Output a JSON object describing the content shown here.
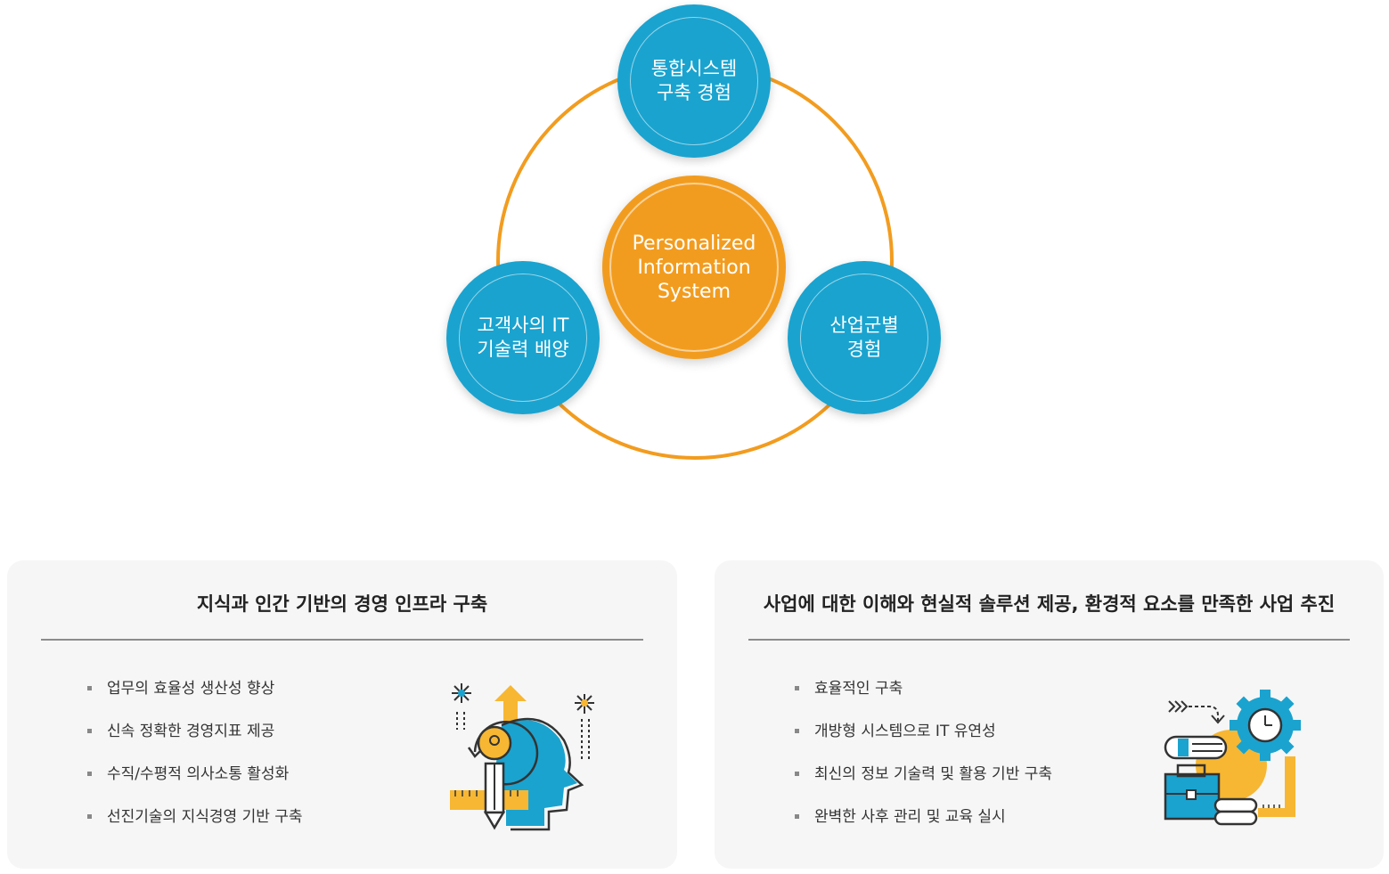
{
  "diagram": {
    "center": "Personalized\nInformation\nSystem",
    "top": "통합시스템\n구축 경험",
    "left": "고객사의 IT\n기술력 배양",
    "right": "산업군별\n경험",
    "colors": {
      "ring": "#f29c1f",
      "node": "#1aa3cf",
      "center": "#f29c1f"
    }
  },
  "cards": [
    {
      "title": "지식과 인간 기반의 경영 인프라 구축",
      "items": [
        "업무의 효율성 생산성 향상",
        "신속 정확한 경영지표 제공",
        "수직/수평적 의사소통 활성화",
        "선진기술의 지식경영 기반 구축"
      ],
      "icon": "head-lightbulb-pencil-icon"
    },
    {
      "title": "사업에 대한 이해와 현실적 솔루션 제공, 환경적 요소를 만족한 사업 추진",
      "items": [
        "효율적인 구축",
        "개방형 시스템으로 IT 유연성",
        "최신의 정보 기술력 및 활용 기반 구축",
        "완벽한 사후 관리 및 교육 실시"
      ],
      "icon": "gear-lightbulb-toolbox-icon"
    }
  ]
}
